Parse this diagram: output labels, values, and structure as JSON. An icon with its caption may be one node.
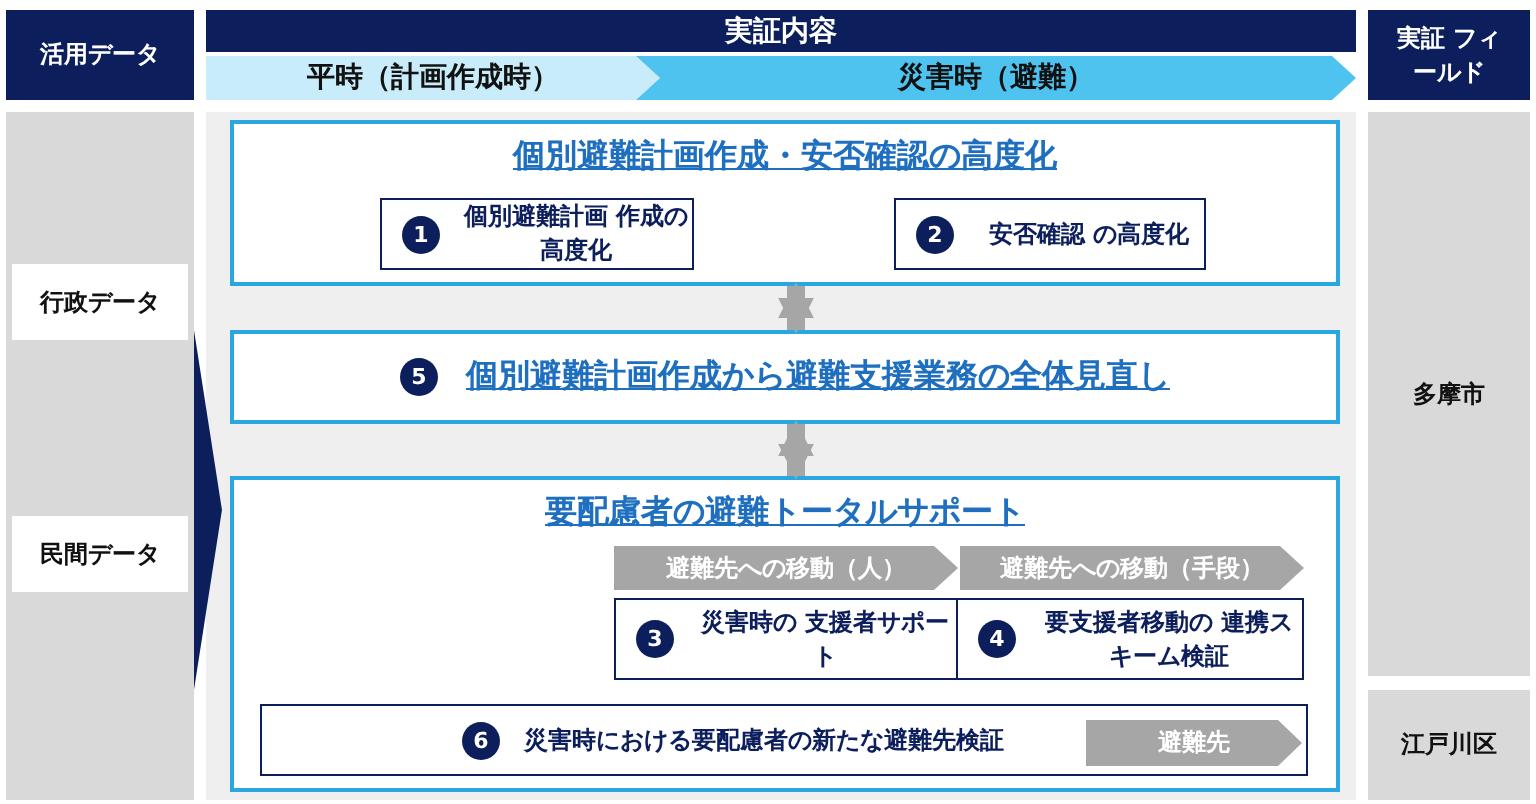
{
  "diagram": {
    "nodes": [
      {
        "text": [
          "活用データ"
        ]
      },
      {
        "text": [
          "実証内容"
        ]
      },
      {
        "text": [
          "平時（計画作成時）"
        ]
      },
      {
        "text": [
          "災害時（避難）"
        ]
      },
      {
        "text": [
          "実証 フィールド"
        ]
      },
      {
        "text": [],
        "shape": "box"
      },
      {
        "text": [
          "行政データ"
        ],
        "in": 5
      },
      {
        "text": [
          "民間データ"
        ],
        "in": 5
      },
      {
        "text": [],
        "shape": "box"
      },
      {
        "text": [
          "個別避難計画作成・安否確認の高度化"
        ],
        "in": 8
      },
      {
        "text": [
          "1",
          "個別避難計画 作成の高度化"
        ],
        "in": 9
      },
      {
        "text": [
          "2",
          "安否確認 の高度化"
        ],
        "in": 9
      },
      {
        "text": [
          "5",
          "個別避難計画作成から避難支援業務の全体見直し"
        ],
        "in": 8
      },
      {
        "text": [
          "要配慮者の避難トータルサポート"
        ],
        "in": 8
      },
      {
        "text": [
          "避難先への移動（人）"
        ],
        "in": 13
      },
      {
        "text": [
          "避難先への移動（手段）"
        ],
        "in": 13
      },
      {
        "text": [
          "3",
          "災害時の 支援者サポート"
        ],
        "in": 13
      },
      {
        "text": [
          "4",
          "要支援者移動の 連携スキーム検証"
        ],
        "in": 13
      },
      {
        "text": [
          "6",
          "災害時における要配慮者の新たな避難先検証"
        ],
        "in": 13
      },
      {
        "text": [
          "避難先"
        ],
        "in": 18
      },
      {
        "text": [
          "多摩市"
        ]
      },
      {
        "text": [
          "江戸川区"
        ]
      }
    ],
    "edges": [
      {
        "from": 5,
        "to": 8,
        "arrow": "to",
        "color": "#0c1f5c"
      },
      {
        "from": 9,
        "to": 12,
        "arrow": "both",
        "color": "#a6a6a6"
      },
      {
        "from": 12,
        "to": 13,
        "arrow": "both",
        "color": "#a6a6a6"
      }
    ]
  }
}
